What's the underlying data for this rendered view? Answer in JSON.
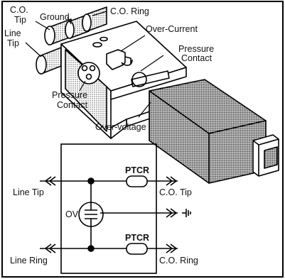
{
  "device_labels": {
    "co_tip": [
      "C.O.",
      "Tip"
    ],
    "ground": "Ground",
    "co_ring": "C.O. Ring",
    "line_tip": [
      "Line",
      "Tip"
    ],
    "over_current": "Over-Current",
    "pressure_contact_right": [
      "Pressure",
      "Contact"
    ],
    "pressure_contact_left": [
      "Pressure",
      "Contact"
    ],
    "over_voltage": "Over-voltage"
  },
  "schematic_labels": {
    "line_tip": "Line Tip",
    "co_tip": "C.O. Tip",
    "line_ring": "Line Ring",
    "co_ring": "C.O. Ring",
    "ptcr_top": "PTCR",
    "ptcr_bottom": "PTCR",
    "ov": "OV"
  }
}
